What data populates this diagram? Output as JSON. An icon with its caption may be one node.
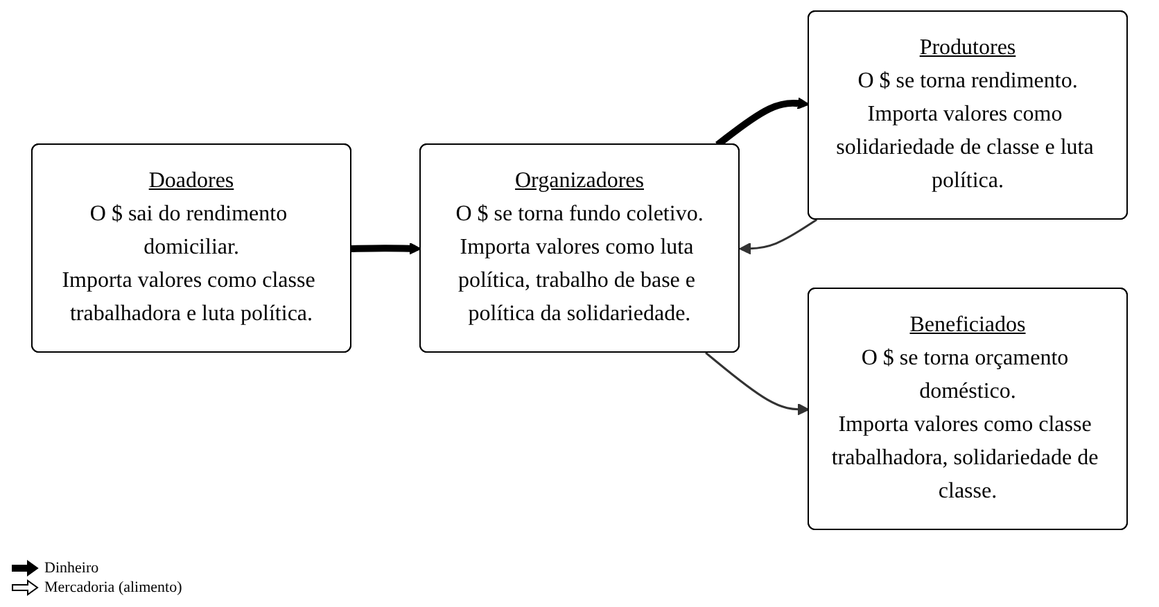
{
  "diagram": {
    "nodes": [
      {
        "text": [
          "Doadores",
          "O $ sai do rendimento domiciliar.",
          "Importa valores como classe trabalhadora e luta política."
        ]
      },
      {
        "text": [
          "Produtores",
          "O $ se torna rendimento.",
          "Importa valores como solidariedade de classe e luta política."
        ]
      },
      {
        "text": [
          "Organizadores",
          "O $ se torna fundo coletivo.",
          "Importa valores como luta política, trabalho de base e política da solidariedade."
        ]
      },
      {
        "text": [
          "Beneficiados",
          "O $ se torna orçamento doméstico.",
          "Importa valores como classe trabalhadora, solidariedade de classe."
        ]
      }
    ],
    "edges": [
      {
        "from": 0,
        "to": 2,
        "arrow": "to",
        "style": "thick"
      },
      {
        "from": 2,
        "to": 1,
        "arrow": "to",
        "style": "thick"
      },
      {
        "from": 1,
        "to": 2,
        "arrow": "to"
      },
      {
        "from": 2,
        "to": 3,
        "arrow": "to"
      }
    ],
    "legend": [
      {
        "text": "Dinheiro"
      },
      {
        "text": "Mercadoria (alimento)"
      }
    ]
  }
}
